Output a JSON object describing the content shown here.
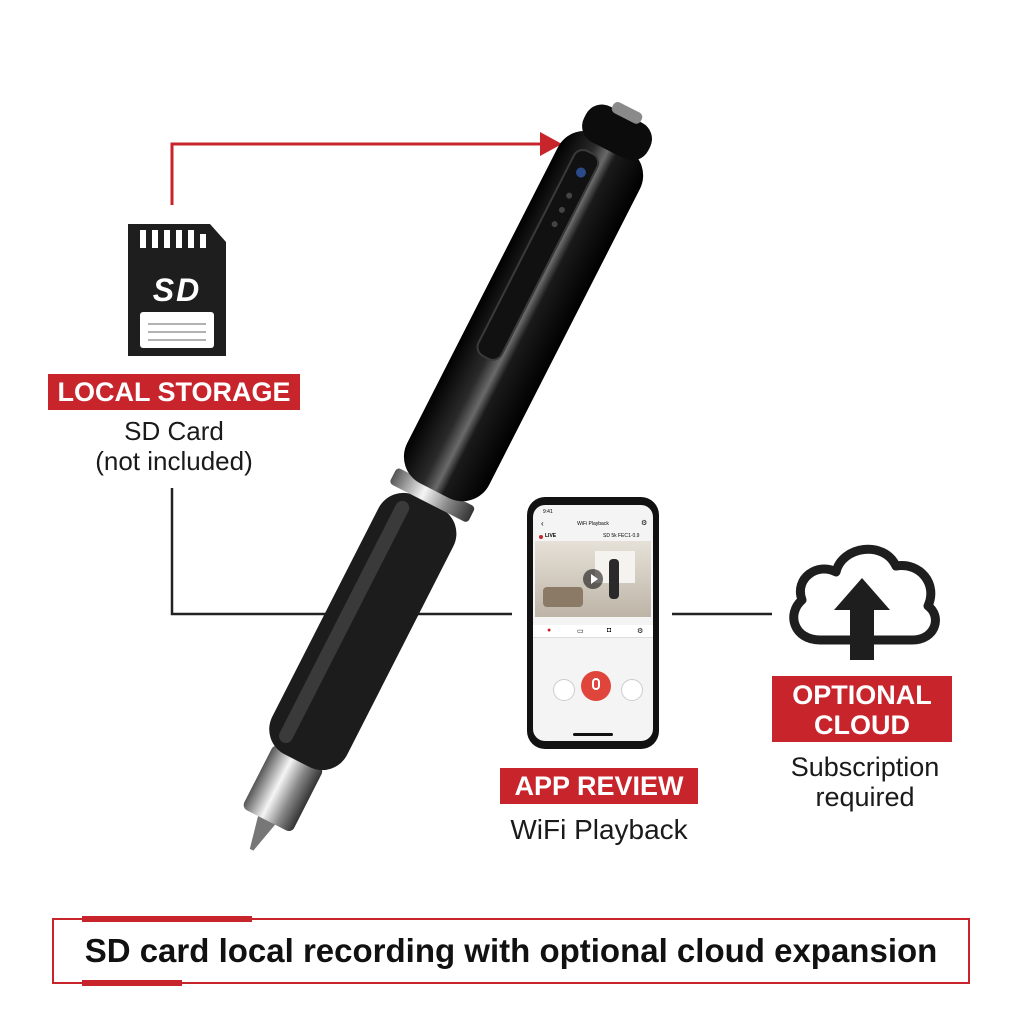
{
  "storage": {
    "badge": "LOCAL STORAGE",
    "line1": "SD Card",
    "line2": "(not included)",
    "sd_label": "SD"
  },
  "app": {
    "badge": "APP REVIEW",
    "caption": "WiFi Playback",
    "phone_time": "9:41",
    "phone_title": "WiFi Playback",
    "live_label": "LIVE",
    "stream_info": "SD 5k FEC1·0.9"
  },
  "cloud": {
    "badge_line1": "OPTIONAL",
    "badge_line2": "CLOUD",
    "caption_line1": "Subscription",
    "caption_line2": "required"
  },
  "footer": {
    "text": "SD card local recording with optional cloud expansion"
  },
  "colors": {
    "accent": "#c8242b",
    "dark": "#111111",
    "line": "#222222"
  },
  "icons": [
    "sd-card-icon",
    "cloud-upload-icon",
    "camera-icon",
    "video-icon",
    "mic-icon",
    "settings-icon",
    "back-icon"
  ]
}
